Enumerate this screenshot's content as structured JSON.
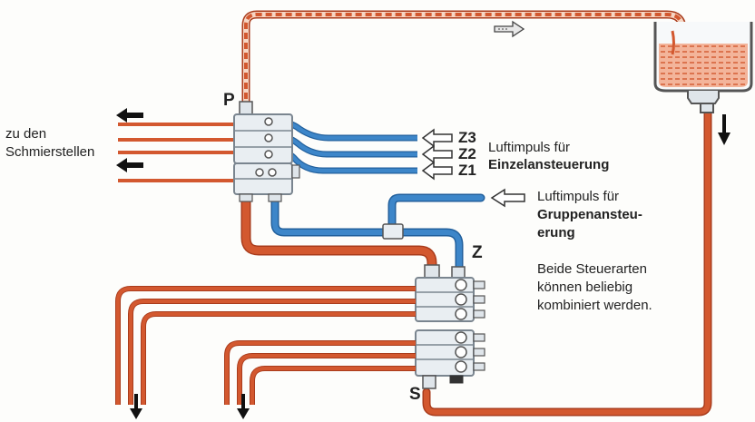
{
  "labels": {
    "outlets": "zu den\nSchmierstellen",
    "pressure_port": "P",
    "return_port": "S",
    "group_port": "Z",
    "z3": "Z3",
    "z2": "Z2",
    "z1": "Z1",
    "individual_line1": "Luftimpuls für",
    "individual_line2": "Einzelansteuerung",
    "group_line1": "Luftimpuls für",
    "group_line2": "Gruppenansteu-",
    "group_line3": "erung",
    "note_line1": "Beide Steuerarten",
    "note_line2": "können beliebig",
    "note_line3": "kombiniert werden."
  },
  "colors": {
    "oil_line": "#d3582f",
    "oil_line_dark": "#a93c1c",
    "air_line": "#3d86c9",
    "air_line_dark": "#22609c",
    "block": "#e9eef2",
    "block_edge": "#7a858f",
    "arrow": "#111111"
  },
  "icons": {
    "flow_arrow": "hollow-arrow-right-icon",
    "impulse_arrow": "hollow-arrow-left-icon",
    "direction_arrow": "solid-arrow-icon",
    "reservoir": "oil-tank-icon"
  }
}
